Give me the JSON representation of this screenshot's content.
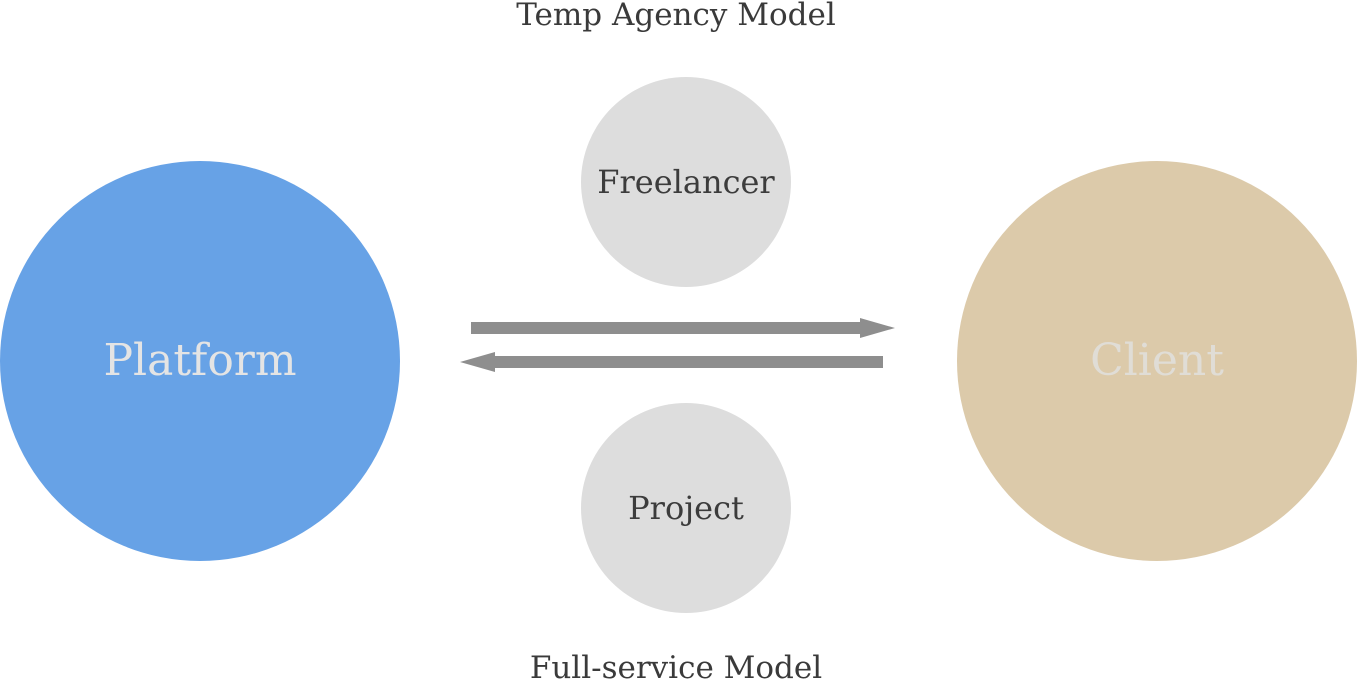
{
  "title_top": "Temp Agency Model",
  "title_bottom": "Full-service Model",
  "nodes": {
    "platform": {
      "label": "Platform",
      "fill": "#67A2E6",
      "text_color": "#E4E4E4"
    },
    "client": {
      "label": "Client",
      "fill": "#DCCAAA",
      "text_color": "#E0DDD6"
    },
    "freelancer": {
      "label": "Freelancer",
      "fill": "#DDDDDD",
      "text_color": "#3C3C3C"
    },
    "project": {
      "label": "Project",
      "fill": "#DDDDDD",
      "text_color": "#3C3C3C"
    }
  },
  "arrow_color": "#8E8E8E",
  "edges": [
    {
      "from": "Platform",
      "to": "Client"
    },
    {
      "from": "Client",
      "to": "Platform"
    }
  ]
}
